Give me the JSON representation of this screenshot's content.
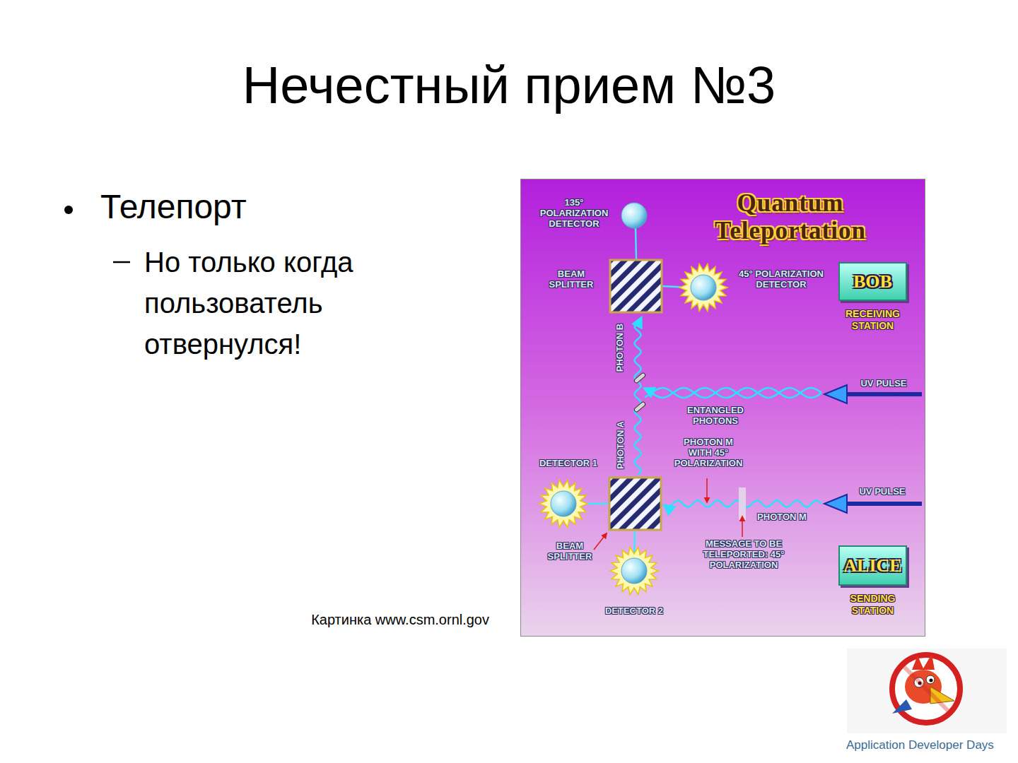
{
  "diagram": {
    "title": "Нечестный прием №3",
    "caption": "Картинка www.csm.ornl.gov",
    "nodes": [
      {
        "text": [
          "Quantum Teleportation"
        ]
      },
      {
        "text": [
          "BOB",
          "RECEIVING STATION"
        ],
        "in": 0
      },
      {
        "text": [
          "ALICE",
          "SENDING STATION"
        ],
        "in": 0
      }
    ],
    "labels": [
      "Телепорт",
      "Но только когда пользователь отвернулся!",
      "135° POLARIZATION DETECTOR",
      "BEAM SPLITTER",
      "45° POLARIZATION DETECTOR",
      "PHOTON B",
      "UV PULSE",
      "ENTANGLED PHOTONS",
      "PHOTON A",
      "DETECTOR 1",
      "PHOTON M WITH 45° POLARIZATION",
      "UV PULSE",
      "PHOTON M",
      "BEAM SPLITTER",
      "MESSAGE TO BE TELEPORTED: 45° POLARIZATION",
      "DETECTOR 2",
      "Application Developer Days"
    ]
  }
}
